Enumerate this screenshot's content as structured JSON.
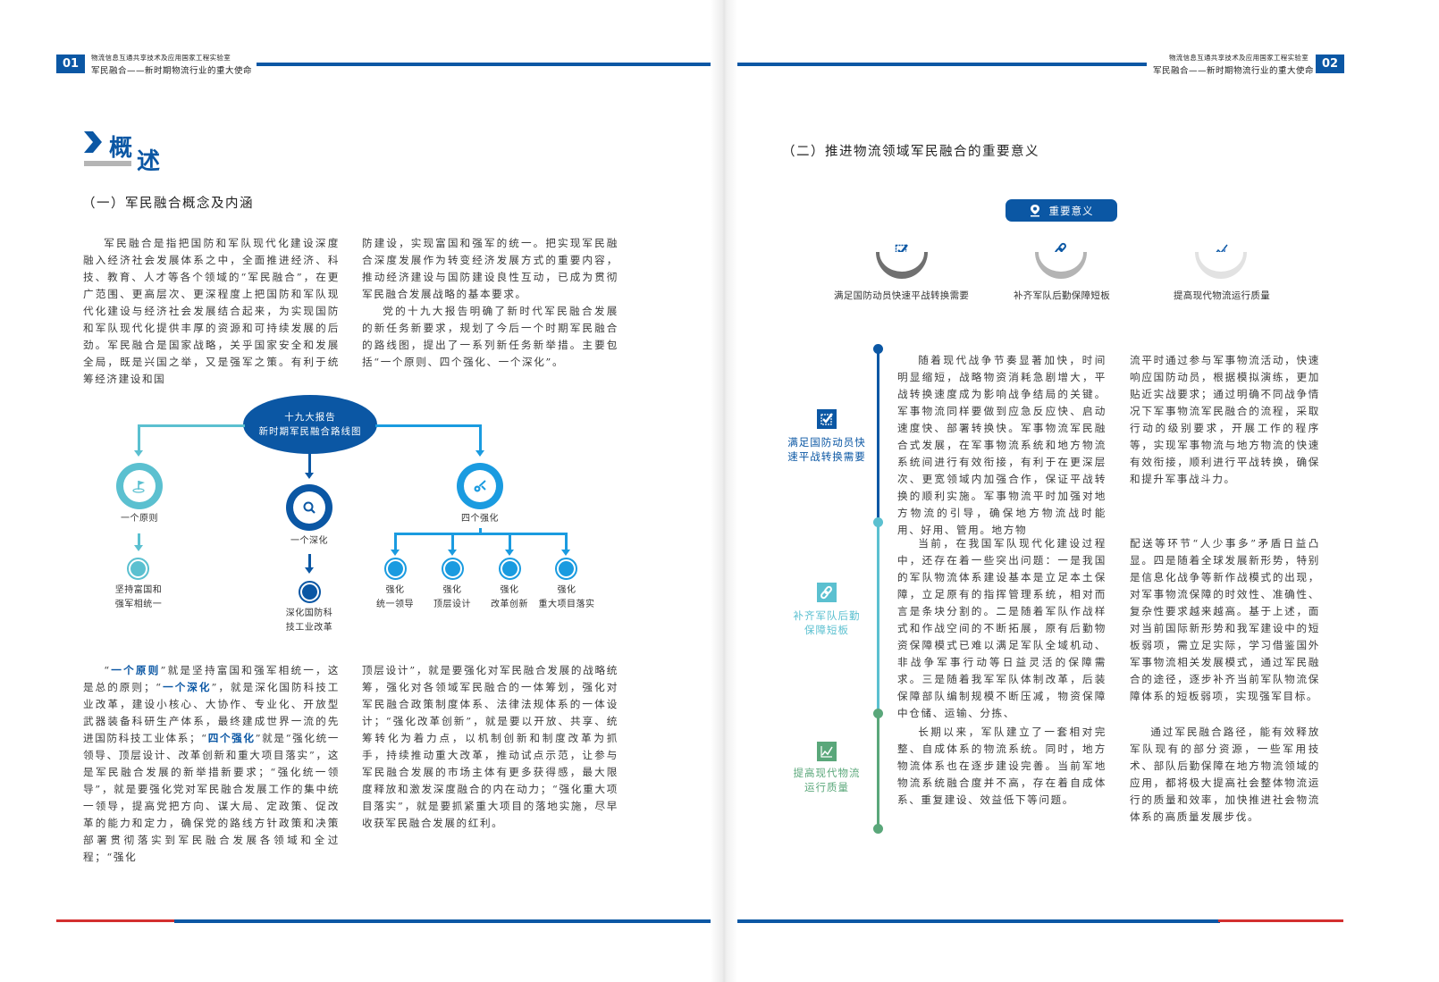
{
  "header": {
    "left": {
      "page_num": "01",
      "lab_name": "物流信息互通共享技术及应用国家工程实验室",
      "title": "军民融合——新时期物流行业的重大使命"
    },
    "right": {
      "page_num": "02",
      "lab_name": "物流信息互通共享技术及应用国家工程实验室",
      "title": "军民融合——新时期物流行业的重大使命"
    }
  },
  "colors": {
    "primary_blue": "#0b57a4",
    "light_blue": "#1a9be0",
    "cyan": "#5bc0d0",
    "green": "#5aa77a",
    "footer_red": "#d32f2f",
    "gray_bar": "#b5b5b5"
  },
  "left_page": {
    "section_title_1": "概",
    "section_title_2": "述",
    "sub_title": "（一）军民融合概念及内涵",
    "intro_col1": "军民融合是指把国防和军队现代化建设深度融入经济社会发展体系之中，全面推进经济、科技、教育、人才等各个领域的“军民融合”，在更广范围、更高层次、更深程度上把国防和军队现代化建设与经济社会发展结合起来，为实现国防和军队现代化提供丰厚的资源和可持续发展的后劲。军民融合是国家战略，关乎国家安全和发展全局，既是兴国之举，又是强军之策。有利于统筹经济建设和国",
    "intro_col2_p1": "防建设，实现富国和强军的统一。把实现军民融合深度发展作为转变经济发展方式的重要内容，推动经济建设与国防建设良性互动，已成为贯彻军民融合发展战略的基本要求。",
    "intro_col2_p2": "党的十九大报告明确了新时代军民融合发展的新任务新要求，规划了今后一个时期军民融合的路线图，提出了一系列新任务新举措。主要包括“一个原则、四个强化、一个深化”。",
    "diagram": {
      "root_line1": "十九大报告",
      "root_line2": "新时期军民融合路线图",
      "branch_principle": {
        "label": "一个原则",
        "leaf_line1": "坚持富国和",
        "leaf_line2": "强军相统一",
        "icon": "flag-icon"
      },
      "branch_deepen": {
        "label": "一个深化",
        "leaf_line1": "深化国防科",
        "leaf_line2": "技工业改革",
        "icon": "search-icon"
      },
      "branch_strengthen": {
        "label": "四个强化",
        "icon": "wrench-gear-icon",
        "leaves": [
          {
            "line1": "强化",
            "line2": "统一领导"
          },
          {
            "line1": "强化",
            "line2": "顶层设计"
          },
          {
            "line1": "强化",
            "line2": "改革创新"
          },
          {
            "line1": "强化",
            "line2": "重大项目落实"
          }
        ]
      }
    },
    "detail_col1": {
      "q_open": "“",
      "k1": "一个原则",
      "t1": "”就是坚持富国和强军相统一，这是总的原则；“",
      "k2": "一个深化",
      "t2": "”，就是深化国防科技工业改革，建设小核心、大协作、专业化、开放型武器装备科研生产体系，最终建成世界一流的先进国防科技工业体系；“",
      "k3": "四个强化",
      "t3": "”就是“强化统一领导、顶层设计、改革创新和重大项目落实”，这是军民融合发展的新举措新要求；“强化统一领导”，就是要强化党对军民融合发展工作的集中统一领导，提高党把方向、谋大局、定政策、促改革的能力和定力，确保党的路线方针政策和决策部署贯彻落实到军民融合发展各领域和全过程；“强化"
    },
    "detail_col2": "顶层设计”，就是要强化对军民融合发展的战略统筹，强化对各领域军民融合的一体筹划，强化对军民融合政策制度体系、法律法规体系的一体设计；“强化改革创新”，就是要以开放、共享、统筹转化为着力点，以机制创新和制度改革为抓手，持续推动重大改革，推动试点示范，让参与军民融合发展的市场主体有更多获得感，最大限度释放和激发深度融合的内在动力；“强化重大项目落实”，就是要抓紧重大项目的落地实施，尽早收获军民融合发展的红利。"
  },
  "right_page": {
    "sub_title": "（二）推进物流领域军民融合的重要意义",
    "pill_label": "重要意义",
    "pill_icon": "location-pin-icon",
    "significance": [
      {
        "label": "满足国防动员快速平战转换需要",
        "icon": "checkbox-icon",
        "bowl_color": "#707070"
      },
      {
        "label": "补齐军队后勤保障短板",
        "icon": "link-icon",
        "bowl_color": "#b4b4b4"
      },
      {
        "label": "提高现代物流运行质量",
        "icon": "chart-icon",
        "bowl_color": "#e2e2e2"
      }
    ],
    "timeline": [
      {
        "side_line1": "满足国防动员快",
        "side_line2": "速平战转换需要",
        "color": "#0b57a4",
        "icon": "checkbox-icon",
        "col1": "随着现代战争节奏显著加快，时间明显缩短，战略物资消耗急剧增大，平战转换速度成为影响战争结局的关键。军事物流同样要做到应急反应快、启动速度快、部署转换快。军事物流军民融合式发展，在军事物流系统和地方物流系统间进行有效衔接，有利于在更深层次、更宽领域内加强合作，保证平战转换的顺利实施。军事物流平时加强对地方物流的引导，确保地方物流战时能用、好用、管用。地方物",
        "col2": "流平时通过参与军事物流活动，快速响应国防动员，根据模拟演练，更加贴近实战要求；通过明确不同战争情况下军事物流军民融合的流程，采取行动的级别要求，开展工作的程序等，实现军事物流与地方物流的快速有效衔接，顺利进行平战转换，确保和提升军事战斗力。"
      },
      {
        "side_line1": "补齐军队后勤",
        "side_line2": "保障短板",
        "color": "#5bc0d0",
        "icon": "link-icon",
        "col1": "当前，在我国军队现代化建设过程中，还存在着一些突出问题：一是我国的军队物流体系建设基本是立足本土保障，立足原有的指挥管理系统，相对而言是条块分割的。二是随着军队作战样式和作战空间的不断拓展，原有后勤物资保障模式已难以满足军队全域机动、非战争军事行动等日益灵活的保障需求。三是随着我军军队体制改革，后装保障部队编制规模不断压减，物资保障中仓储、运输、分拣、",
        "col2": "配送等环节“人少事多”矛盾日益凸显。四是随着全球发展新形势，特别是信息化战争等新作战模式的出现，对军事物流保障的时效性、准确性、复杂性要求越来越高。基于上述，面对当前国际新形势和我军建设中的短板弱项，需立足实际，学习借鉴国外军事物流相关发展模式，通过军民融合的途径，逐步补齐当前军队物流保障体系的短板弱项，实现强军目标。"
      },
      {
        "side_line1": "提高现代物流",
        "side_line2": "运行质量",
        "color": "#5aa77a",
        "icon": "chart-icon",
        "col1": "长期以来，军队建立了一套相对完整、自成体系的物流系统。同时，地方物流体系也在逐步建设完善。当前军地物流系统融合度并不高，存在着自成体系、重复建设、效益低下等问题。",
        "col2": "通过军民融合路径，能有效释放军队现有的部分资源，一些军用技术、部队后勤保障在地方物流领域的应用，都将极大提高社会整体物流运行的质量和效率，加快推进社会物流体系的高质量发展步伐。"
      }
    ]
  }
}
